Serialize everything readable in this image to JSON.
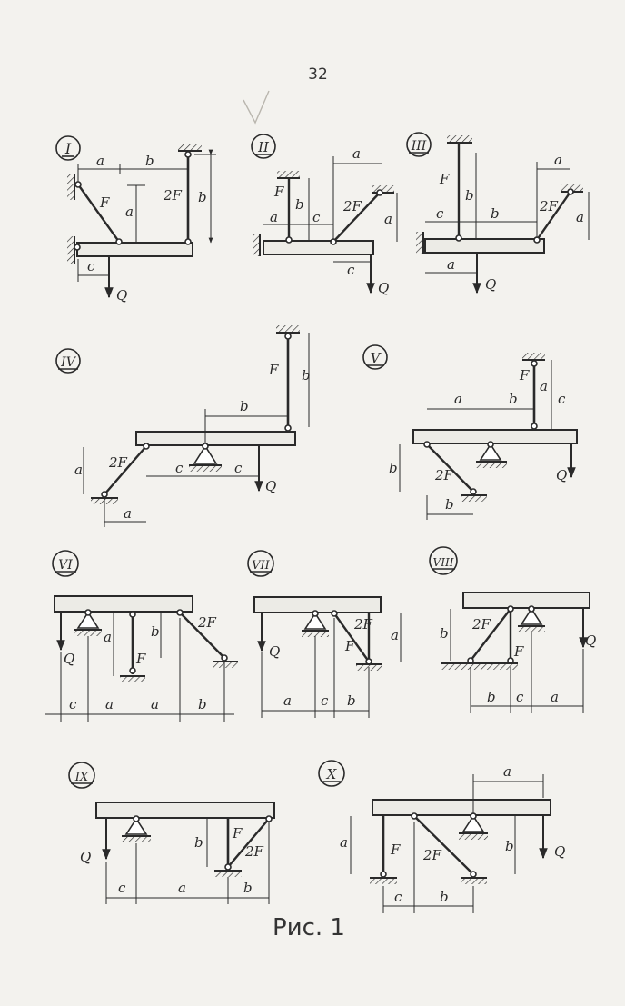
{
  "page_number": "32",
  "caption": "Рис. 1",
  "colors": {
    "ink": "#2a2a2a",
    "paper": "#f3f2ee",
    "beam_fill": "#ecebe6"
  },
  "figures": [
    {
      "id": "I",
      "roman": "I",
      "labels": [
        "a",
        "b",
        "F",
        "2F",
        "a",
        "b",
        "c",
        "Q"
      ]
    },
    {
      "id": "II",
      "roman": "II",
      "labels": [
        "a",
        "F",
        "b",
        "2F",
        "a",
        "a",
        "c",
        "c",
        "Q"
      ]
    },
    {
      "id": "III",
      "roman": "III",
      "labels": [
        "a",
        "F",
        "b",
        "2F",
        "a",
        "c",
        "b",
        "a",
        "Q"
      ]
    },
    {
      "id": "IV",
      "roman": "IV",
      "labels": [
        "F",
        "b",
        "b",
        "a",
        "2F",
        "c",
        "c",
        "a",
        "Q"
      ]
    },
    {
      "id": "V",
      "roman": "V",
      "labels": [
        "F",
        "a",
        "a",
        "b",
        "c",
        "b",
        "2F",
        "b",
        "Q"
      ]
    },
    {
      "id": "VI",
      "roman": "VI",
      "labels": [
        "Q",
        "a",
        "F",
        "b",
        "2F",
        "c",
        "a",
        "a",
        "b"
      ]
    },
    {
      "id": "VII",
      "roman": "VII",
      "labels": [
        "Q",
        "2F",
        "F",
        "a",
        "a",
        "c",
        "b"
      ]
    },
    {
      "id": "VIII",
      "roman": "VIII",
      "labels": [
        "b",
        "2F",
        "F",
        "Q",
        "b",
        "c",
        "a"
      ]
    },
    {
      "id": "IX",
      "roman": "IX",
      "labels": [
        "Q",
        "b",
        "F",
        "2F",
        "c",
        "a",
        "b"
      ]
    },
    {
      "id": "X",
      "roman": "X",
      "labels": [
        "a",
        "a",
        "F",
        "2F",
        "b",
        "Q",
        "c",
        "b"
      ]
    }
  ]
}
